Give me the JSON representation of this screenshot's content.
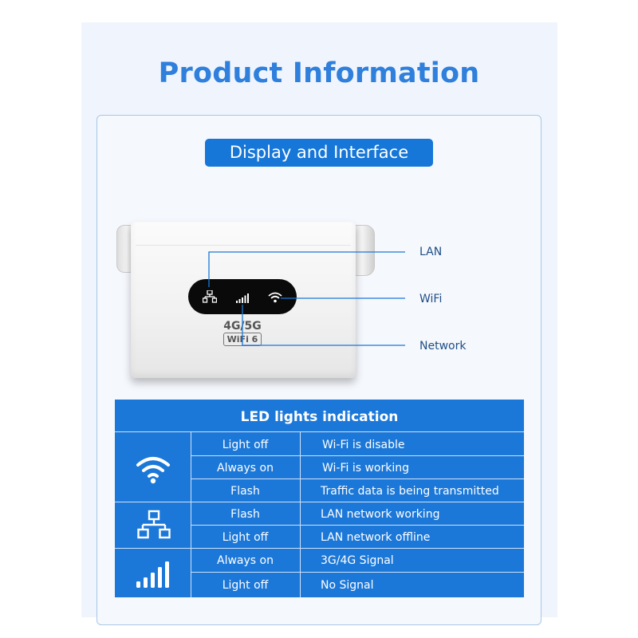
{
  "header": {
    "title": "Product Information"
  },
  "section": {
    "title": "Display and Interface"
  },
  "device": {
    "badge_top": "4G/5G",
    "badge_bottom": "WiFi 6",
    "callouts": {
      "lan": "LAN",
      "wifi": "WiFi",
      "network": "Network"
    }
  },
  "table": {
    "title": "LED lights indication",
    "groups": [
      {
        "icon": "wifi-icon",
        "rows": [
          {
            "state": "Light off",
            "meaning": "Wi-Fi is disable"
          },
          {
            "state": "Always on",
            "meaning": "Wi-Fi is working"
          },
          {
            "state": "Flash",
            "meaning": "Traffic data is being transmitted"
          }
        ]
      },
      {
        "icon": "lan-network-icon",
        "rows": [
          {
            "state": "Flash",
            "meaning": "LAN network working"
          },
          {
            "state": "Light off",
            "meaning": "LAN network offline"
          }
        ]
      },
      {
        "icon": "signal-bars-icon",
        "rows": [
          {
            "state": "Always on",
            "meaning": "3G/4G Signal"
          },
          {
            "state": "Light off",
            "meaning": "No Signal"
          }
        ]
      }
    ]
  },
  "colors": {
    "accent": "#1c78d8",
    "title": "#2f7fdd",
    "callout_line": "#1c78d8"
  }
}
